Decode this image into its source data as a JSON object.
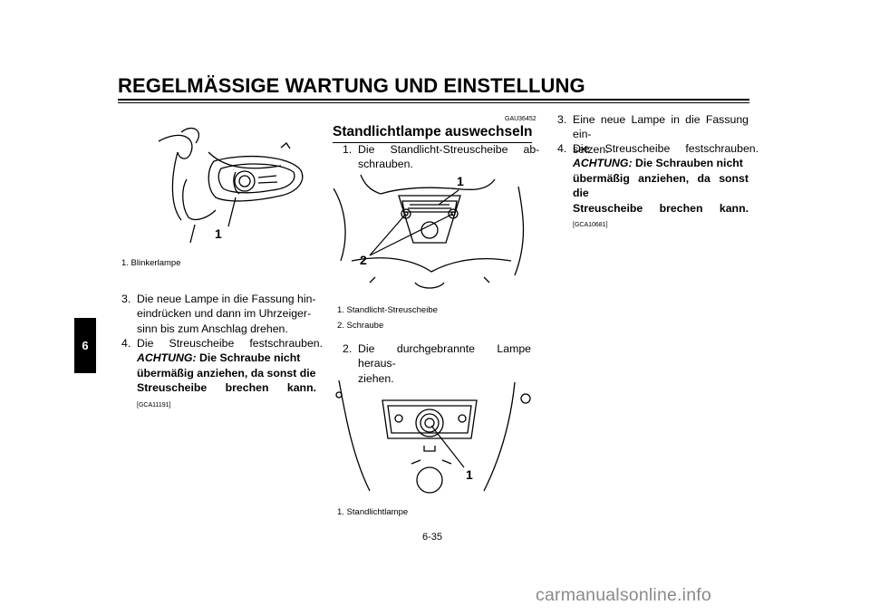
{
  "header": {
    "title": "REGELMÄSSIGE WARTUNG UND EINSTELLUNG"
  },
  "chapter_tab": "6",
  "figure1": {
    "callout": "1",
    "legend": [
      "1.  Blinkerlampe"
    ]
  },
  "left_steps": [
    {
      "num": "3.",
      "lines": [
        "Die neue Lampe in die Fassung hin-",
        "eindrücken und dann im Uhrzeiger-",
        "sinn bis zum Anschlag drehen."
      ]
    },
    {
      "num": "4.",
      "line1": "Die     Streuscheibe     festschrauben.",
      "warn": "ACHTUNG:",
      "bold1": " Die Schraube nicht",
      "bold2": "übermäßig anziehen, da sonst die",
      "bold3": "Streuscheibe brechen kann.",
      "ref": "[GCA11191]"
    }
  ],
  "section": {
    "code": "GAU36452",
    "title": "Standlichtlampe auswechseln"
  },
  "middle_steps": [
    {
      "num": "1.",
      "lines": [
        "Die     Standlicht-Streuscheibe     ab-",
        "schrauben."
      ]
    },
    {
      "num": "2.",
      "lines": [
        "Die durchgebrannte Lampe heraus-",
        "ziehen."
      ]
    }
  ],
  "figure2": {
    "callout1": "1",
    "callout2": "2",
    "legend": [
      "1.  Standlicht-Streuscheibe",
      "2.  Schraube"
    ]
  },
  "figure3": {
    "callout": "1",
    "legend": [
      "1.  Standlichtlampe"
    ]
  },
  "right_steps": [
    {
      "num": "3.",
      "lines": [
        "Eine neue Lampe in die Fassung ein-",
        "setzen."
      ]
    },
    {
      "num": "4.",
      "line1": "Die     Streuscheibe     festschrauben.",
      "warn": "ACHTUNG:",
      "bold1": " Die Schrauben nicht",
      "bold2": "übermäßig anziehen, da sonst die",
      "bold3": "Streuscheibe brechen kann.",
      "ref": "[GCA10681]"
    }
  ],
  "page_number": "6-35",
  "watermark": "carmanualsonline.info"
}
